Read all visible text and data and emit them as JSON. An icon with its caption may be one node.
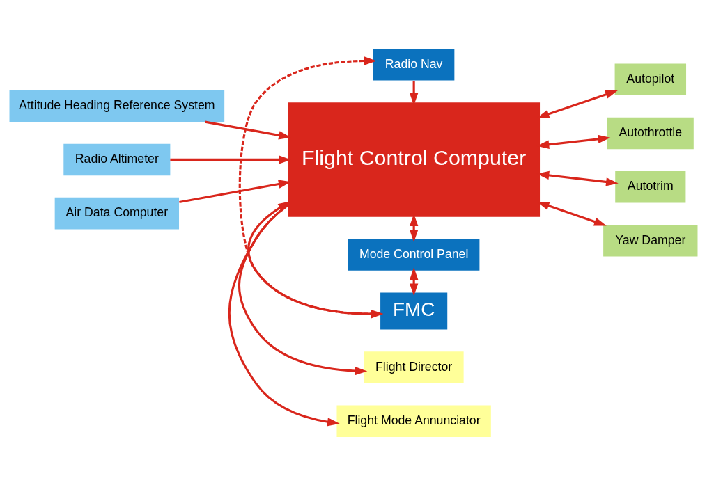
{
  "diagram": {
    "nodes": [
      {
        "text": [
          "Flight Mode Annunciator"
        ]
      },
      {
        "text": [
          "Flight Director"
        ]
      },
      {
        "text": [
          "Attitude Heading Reference System"
        ]
      },
      {
        "text": [
          "Radio Altimeter"
        ]
      },
      {
        "text": [
          "Air Data Computer"
        ]
      },
      {
        "text": [
          "Flight Control Computer"
        ]
      },
      {
        "text": [
          "Autopilot"
        ]
      },
      {
        "text": [
          "Autothrottle"
        ]
      },
      {
        "text": [
          "Autotrim"
        ]
      },
      {
        "text": [
          "Yaw Damper"
        ]
      },
      {
        "text": [
          "Mode Control Panel"
        ]
      },
      {
        "text": [
          "Radio Nav"
        ]
      },
      {
        "text": [
          "FMC"
        ]
      }
    ],
    "edges": [
      {
        "from": 5,
        "to": 0,
        "arrow": "to"
      },
      {
        "from": 5,
        "to": 1,
        "arrow": "to"
      },
      {
        "from": 2,
        "to": 5,
        "arrow": "to"
      },
      {
        "from": 3,
        "to": 5,
        "arrow": "to"
      },
      {
        "from": 4,
        "to": 5,
        "arrow": "to"
      },
      {
        "from": 5,
        "to": 6,
        "arrow": "both"
      },
      {
        "from": 5,
        "to": 7,
        "arrow": "both"
      },
      {
        "from": 5,
        "to": 8,
        "arrow": "both"
      },
      {
        "from": 5,
        "to": 9,
        "arrow": "both"
      },
      {
        "from": 5,
        "to": 10,
        "arrow": "both"
      },
      {
        "from": 11,
        "to": 5,
        "arrow": "to"
      },
      {
        "from": 12,
        "to": 5,
        "arrow": "both"
      },
      {
        "from": 10,
        "to": 12,
        "arrow": "both"
      },
      {
        "from": 12,
        "to": 11,
        "arrow": "to",
        "style": "dashed"
      }
    ]
  }
}
